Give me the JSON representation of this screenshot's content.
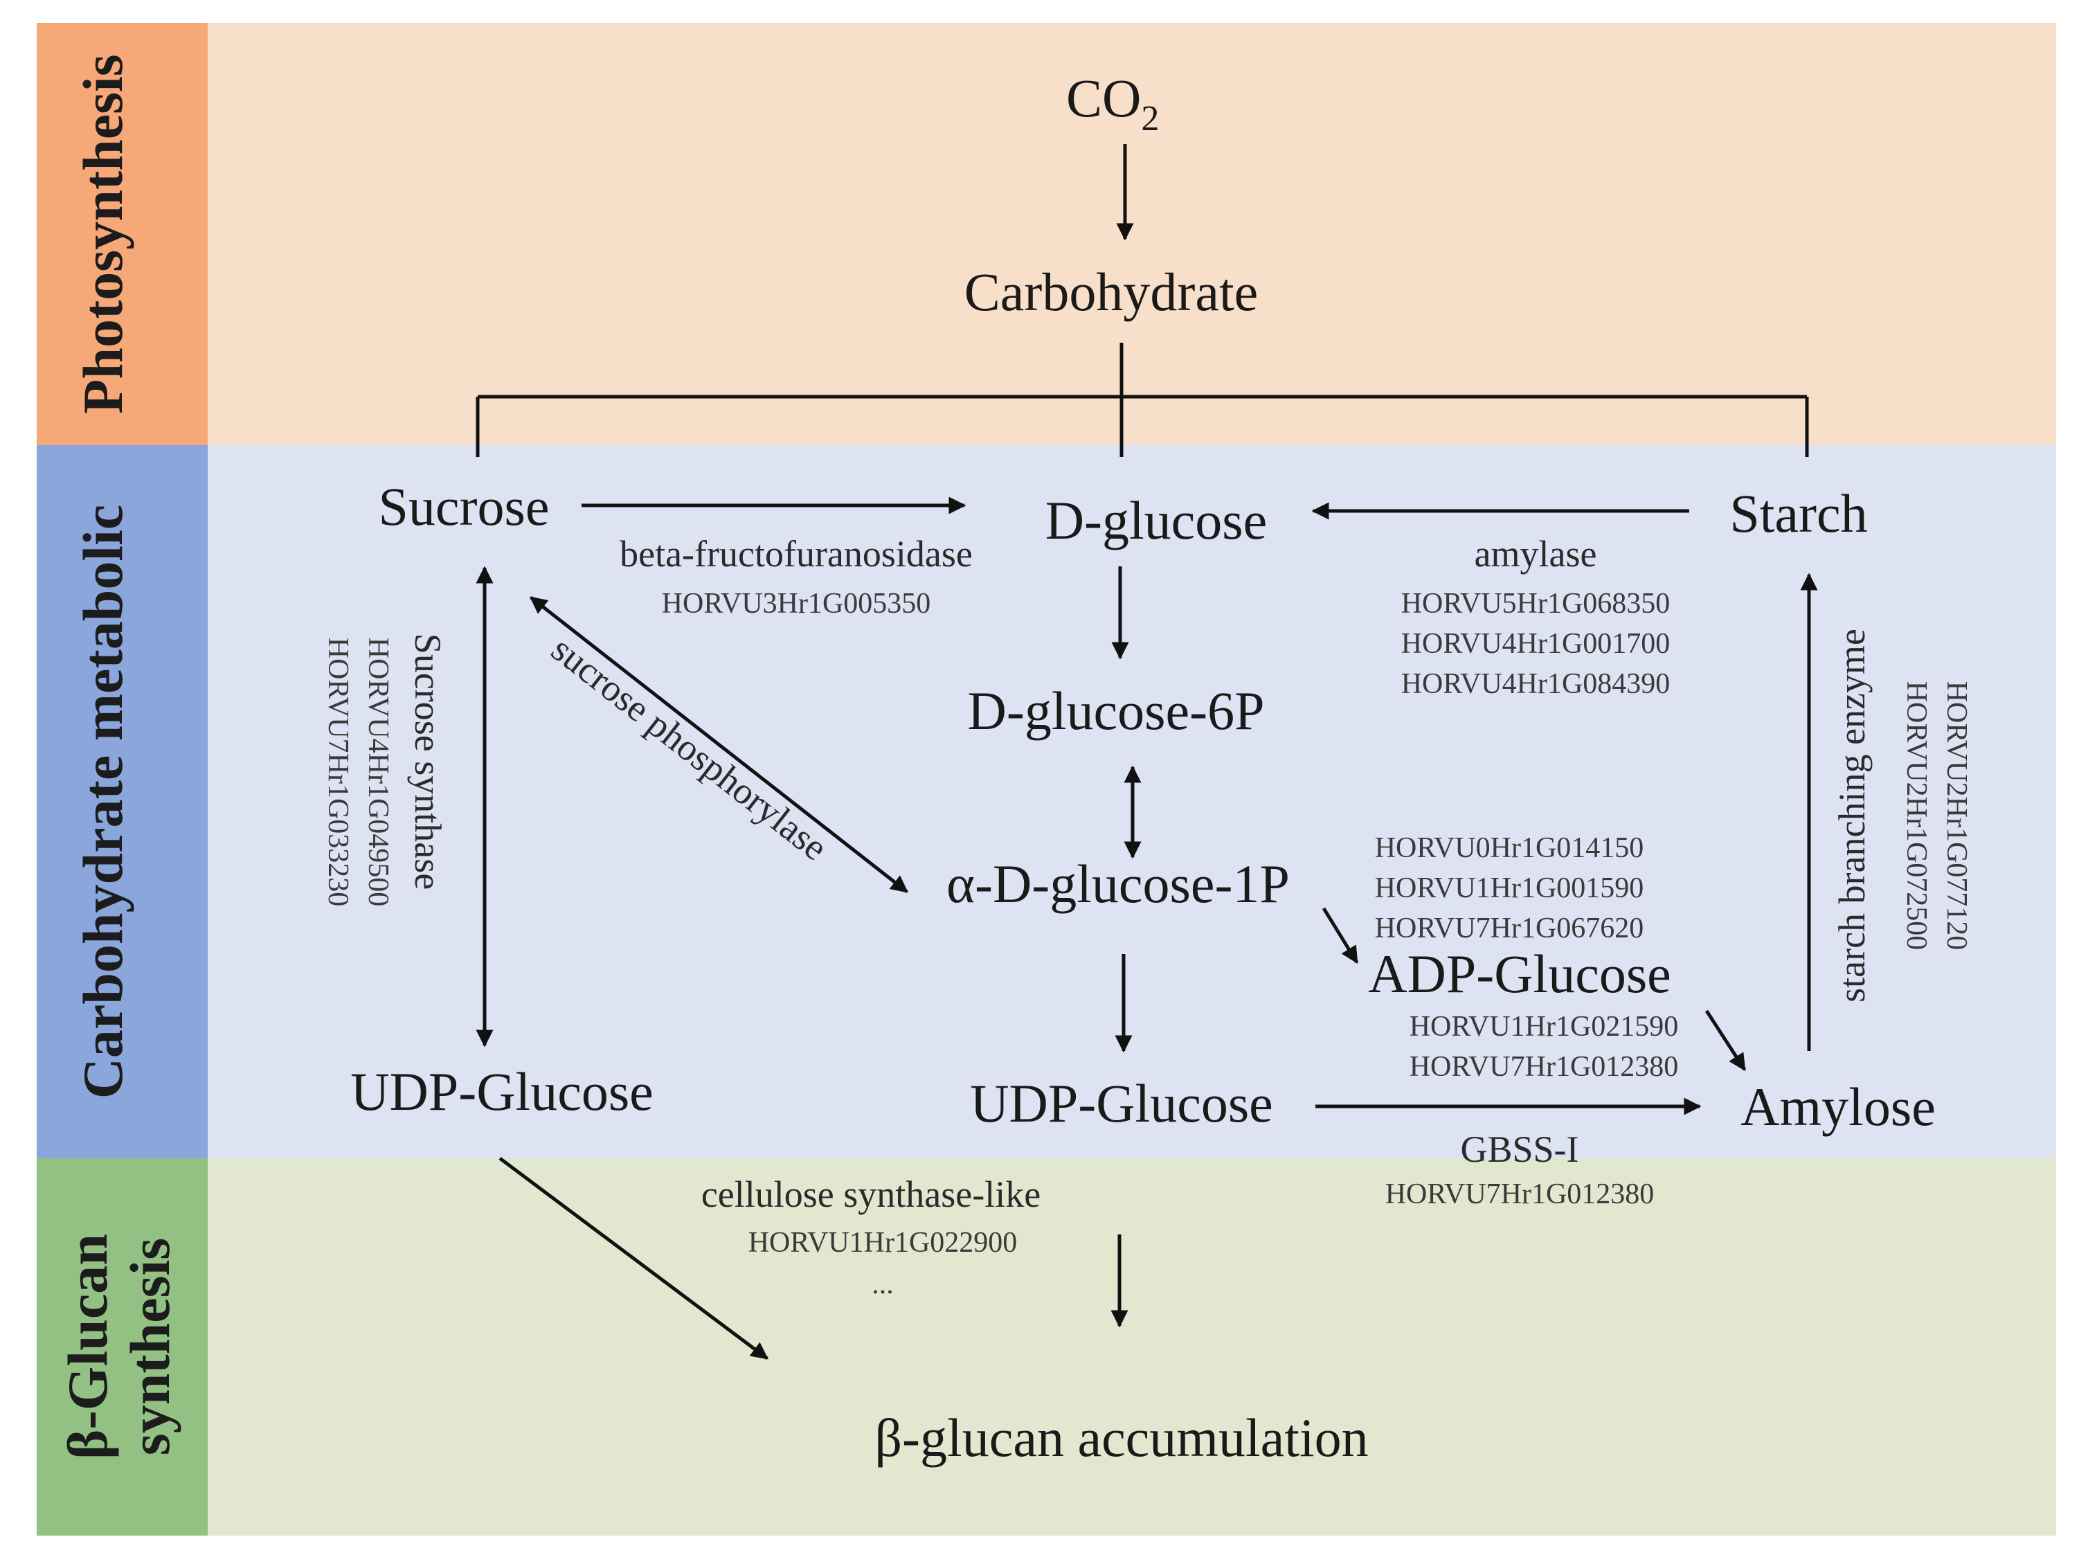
{
  "colors": {
    "photosynthesis_band": "#f8dfca",
    "photosynthesis_side": "#f7a878",
    "carbohydrate_band": "#dde3f3",
    "carbohydrate_side": "#8aa6db",
    "glucan_band": "#e2e8cf",
    "glucan_side": "#93c183",
    "text": "#1a1a1a",
    "arrow": "#111111"
  },
  "sections": {
    "photosynthesis": "Photosynthesis",
    "carbohydrate": "Carbohydrate metabolic",
    "glucan_line1": "β-Glucan",
    "glucan_line2": "synthesis"
  },
  "nodes": {
    "co2": "CO",
    "co2_sub": "2",
    "carbohydrate": "Carbohydrate",
    "sucrose": "Sucrose",
    "d_glucose": "D-glucose",
    "starch": "Starch",
    "d_glucose_6p": "D-glucose-6P",
    "a_d_glucose_1p": "α-D-glucose-1P",
    "adp_glucose": "ADP-Glucose",
    "udp_glucose_left": "UDP-Glucose",
    "udp_glucose_center": "UDP-Glucose",
    "amylose": "Amylose",
    "beta_glucan": "β-glucan accumulation"
  },
  "enzymes": {
    "beta_fructofuranosidase": {
      "name": "beta-fructofuranosidase",
      "genes": [
        "HORVU3Hr1G005350"
      ]
    },
    "amylase": {
      "name": "amylase",
      "genes": [
        "HORVU5Hr1G068350",
        "HORVU4Hr1G001700",
        "HORVU4Hr1G084390"
      ]
    },
    "sucrose_synthase": {
      "name": "Sucrose synthase",
      "genes": [
        "HORVU4Hr1G049500",
        "HORVU7Hr1G033230"
      ]
    },
    "sucrose_phosphorylase": {
      "name": "sucrose phosphorylase"
    },
    "adp_glucose_genes": {
      "genes": [
        "HORVU0Hr1G014150",
        "HORVU1Hr1G001590",
        "HORVU7Hr1G067620"
      ]
    },
    "amylose_genes": {
      "genes": [
        "HORVU1Hr1G021590",
        "HORVU7Hr1G012380"
      ]
    },
    "starch_branching": {
      "name": "starch branching enzyme",
      "genes": [
        "HORVU2Hr1G072500",
        "HORVU2Hr1G077120"
      ]
    },
    "gbss": {
      "name": "GBSS-I",
      "genes": [
        "HORVU7Hr1G012380"
      ]
    },
    "cellulose_synthase": {
      "name": "cellulose synthase-like",
      "genes": [
        "HORVU1Hr1G022900"
      ],
      "more": "..."
    }
  }
}
